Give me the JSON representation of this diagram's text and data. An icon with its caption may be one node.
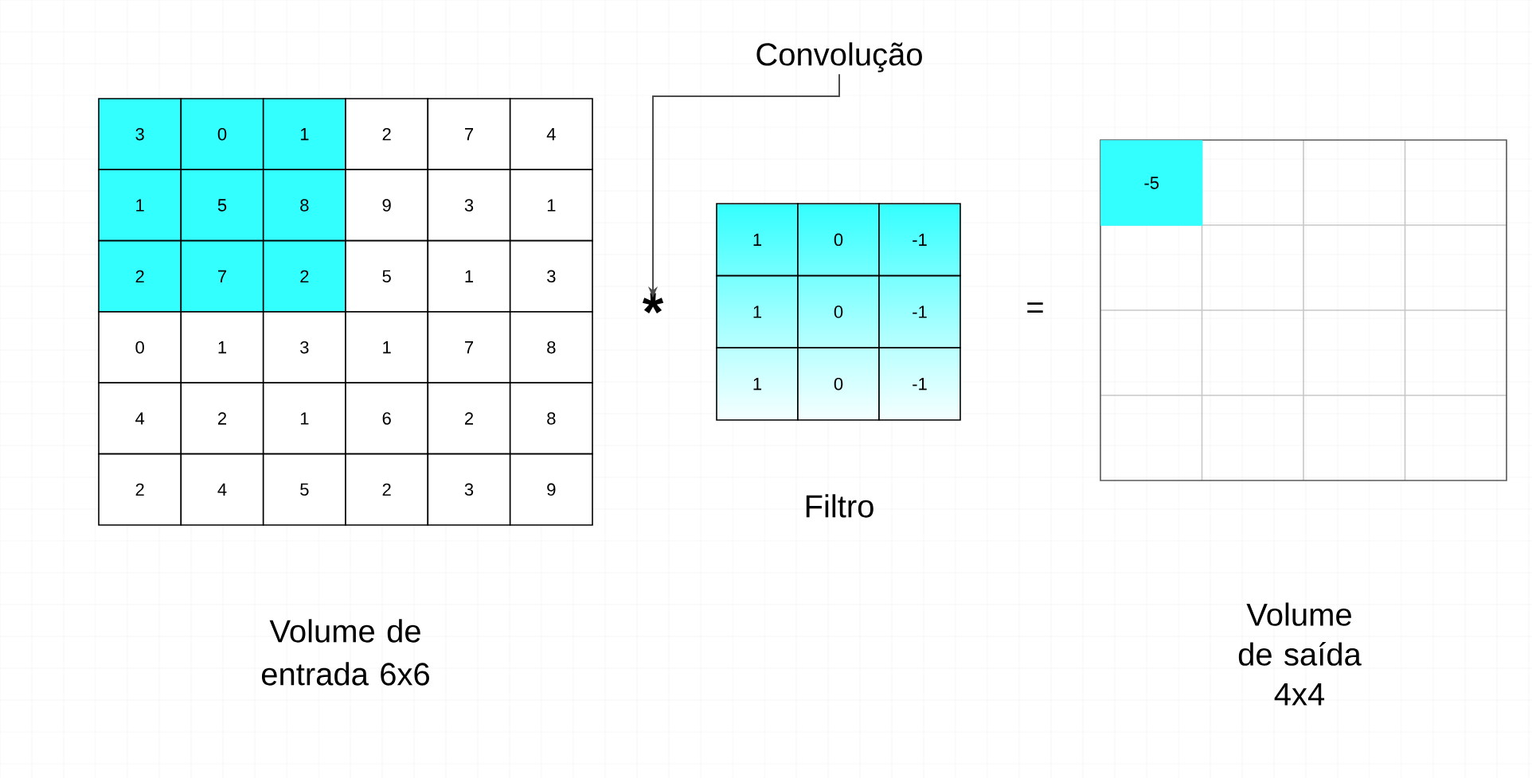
{
  "diagram": {
    "nodes": [
      {
        "text": [
          "Convolução"
        ]
      },
      {
        "text": [
          "*"
        ]
      }
    ],
    "edges": [
      {
        "from": 0,
        "to": 1,
        "arrow": "to"
      }
    ],
    "labels": [
      "3",
      "0",
      "1",
      "2",
      "7",
      "4",
      "1",
      "5",
      "8",
      "9",
      "3",
      "1",
      "2",
      "7",
      "2",
      "5",
      "1",
      "3",
      "0",
      "1",
      "3",
      "1",
      "7",
      "8",
      "4",
      "2",
      "1",
      "6",
      "2",
      "8",
      "2",
      "4",
      "5",
      "2",
      "3",
      "9",
      "1",
      "0",
      "-1",
      "1",
      "0",
      "-1",
      "1",
      "0",
      "-1",
      "=",
      "-5",
      "Filtro",
      "Volume de entrada 6x6",
      "Volume de saída 4x4"
    ]
  }
}
